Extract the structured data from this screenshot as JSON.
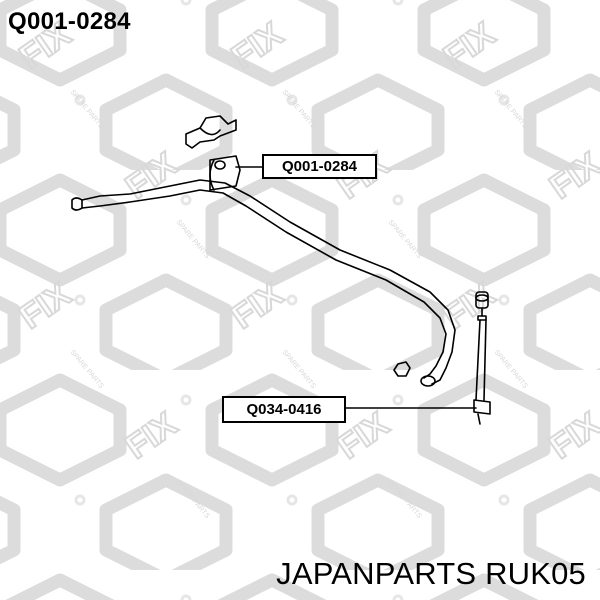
{
  "header": {
    "part_number": "Q001-0284"
  },
  "footer": {
    "cross_reference": "JAPANPARTS RUK05"
  },
  "callouts": [
    {
      "label": "Q001-0284",
      "target": "stabilizer-bushing"
    },
    {
      "label": "Q034-0416",
      "target": "stabilizer-link"
    }
  ],
  "watermark": {
    "brand": "FIX",
    "tagline": "SPARE PARTS",
    "color": "#d8d8d8"
  },
  "colors": {
    "line": "#000000",
    "background": "#ffffff"
  }
}
